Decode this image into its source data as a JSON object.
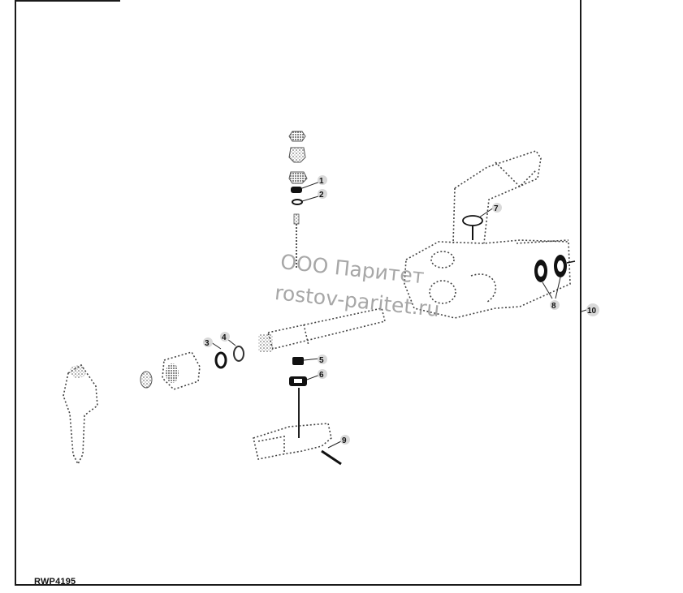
{
  "figure": {
    "code": "RWP4195"
  },
  "watermark": {
    "line1": "ООО Паритет",
    "line2": "rostov-paritet.ru"
  },
  "callouts": {
    "c1": "1",
    "c2": "2",
    "c3": "3",
    "c4": "4",
    "c5": "5",
    "c6": "6",
    "c7": "7",
    "c8": "8",
    "c9": "9",
    "c10": "10"
  }
}
